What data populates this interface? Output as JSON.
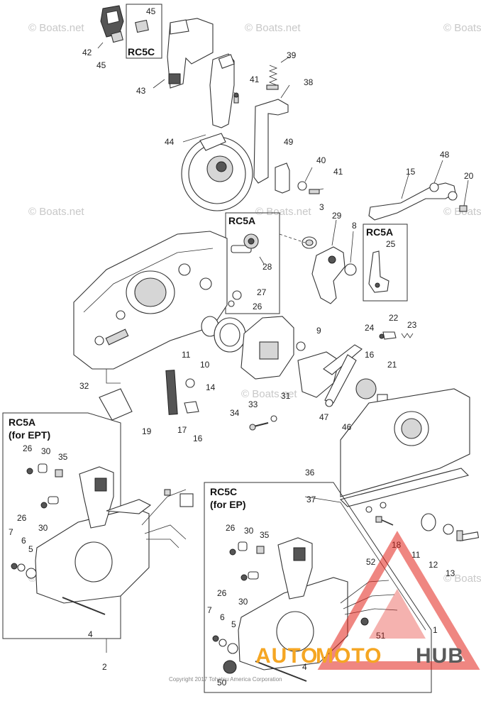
{
  "watermark_text": "© Boats.net",
  "copyright": "Copyright 2017 Tohatsu America Corporation",
  "brand": {
    "part1": "AUTO",
    "part2": "MOTO",
    "part3": "HUB",
    "color_orange": "#f5a623",
    "color_gray": "#5a5a5a",
    "color_red": "#e2231a"
  },
  "boxes": {
    "rc5c_top": "RC5C",
    "rc5a_mid": "RC5A",
    "rc5a_right": "RC5A",
    "rc5a_ept_line1": "RC5A",
    "rc5a_ept_line2": "(for EPT)",
    "rc5c_ep_line1": "RC5C",
    "rc5c_ep_line2": "(for EP)"
  },
  "callouts": {
    "c45a": "45",
    "c42": "42",
    "c45b": "45",
    "c43": "43",
    "c44": "44",
    "c39": "39",
    "c41a": "41",
    "c38": "38",
    "c49": "49",
    "c40": "40",
    "c41b": "41",
    "c48": "48",
    "c15": "15",
    "c20": "20",
    "c3": "3",
    "c29": "29",
    "c8": "8",
    "c28": "28",
    "c27": "27",
    "c26a": "26",
    "c25": "25",
    "c9": "9",
    "c24": "24",
    "c22": "22",
    "c23": "23",
    "c16a": "16",
    "c21": "21",
    "c11a": "11",
    "c10": "10",
    "c32": "32",
    "c14": "14",
    "c31": "31",
    "c33": "33",
    "c34": "34",
    "c19": "19",
    "c17": "17",
    "c16b": "16",
    "c47": "47",
    "c46": "46",
    "c36": "36",
    "c37": "37",
    "c18": "18",
    "c11b": "11",
    "c12": "12",
    "c13": "13",
    "c26b": "26",
    "c30a": "30",
    "c35a": "35",
    "c26c": "26",
    "c30b": "30",
    "c7a": "7",
    "c6a": "6",
    "c5a": "5",
    "c4a": "4",
    "c2": "2",
    "c26d": "26",
    "c30c": "30",
    "c35b": "35",
    "c26e": "26",
    "c30d": "30",
    "c52": "52",
    "c1": "1",
    "c7b": "7",
    "c6b": "6",
    "c5b": "5",
    "c51": "51",
    "c4b": "4",
    "c50": "50"
  }
}
